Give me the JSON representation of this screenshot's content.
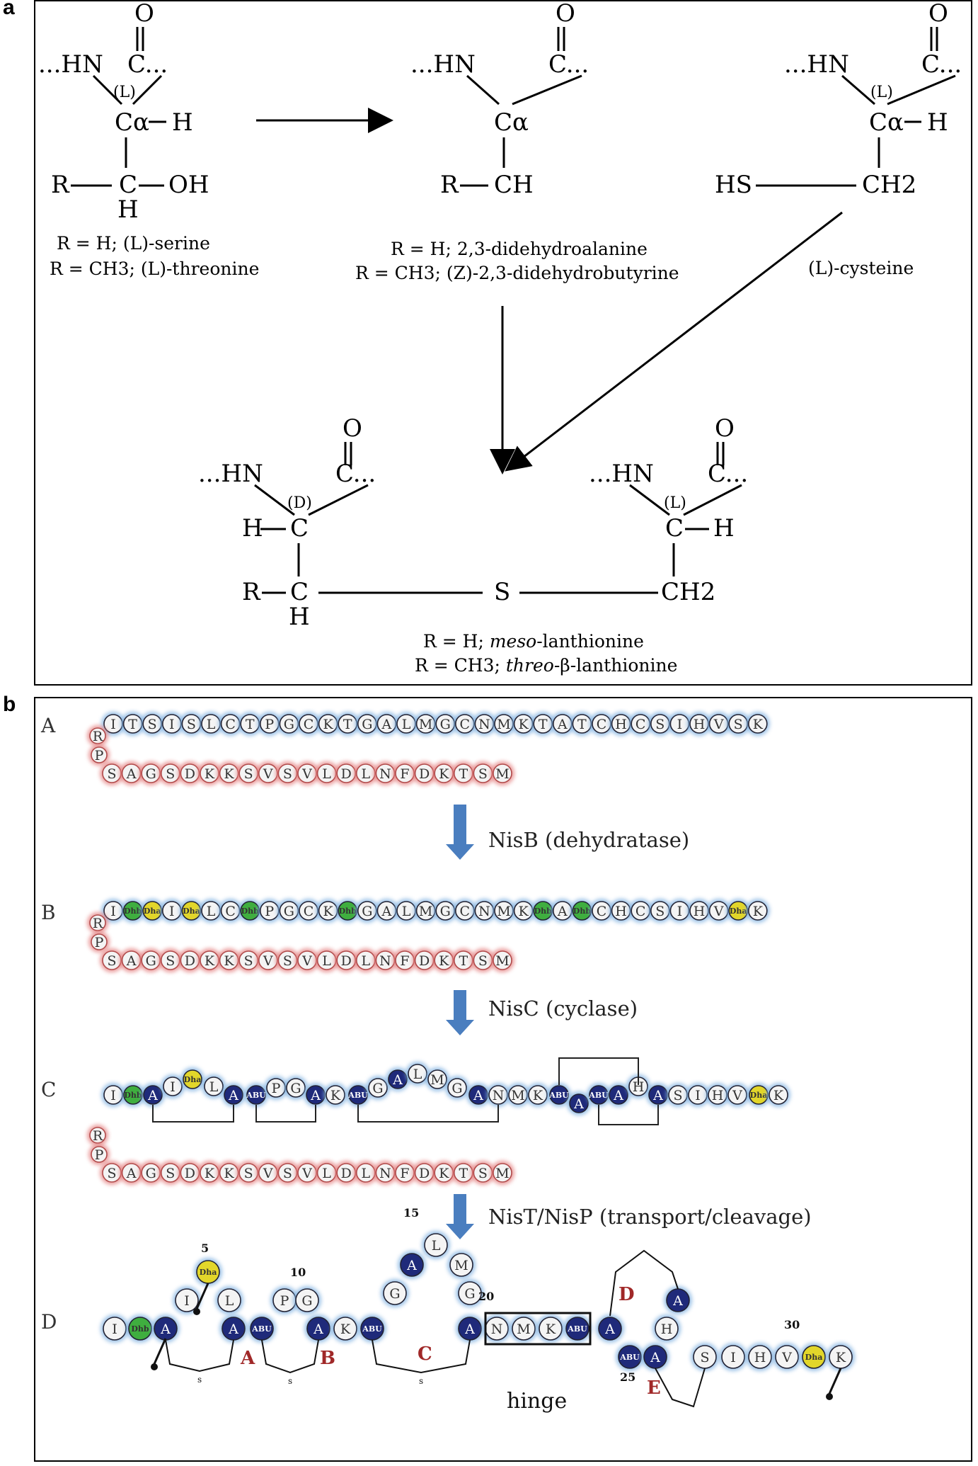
{
  "panel_a": {
    "letter": "a",
    "arrow_top": "→",
    "ser_thr": {
      "hn": "...HN",
      "co": "C...",
      "o": "O",
      "l": "(L)",
      "ca": "Cα",
      "h": "H",
      "r": "R",
      "c": "C",
      "oh": "OH",
      "h2": "H",
      "cap1": "R = H; (L)-serine",
      "cap2": "R = CH3; (L)-threonine"
    },
    "dehydro": {
      "hn": "...HN",
      "co": "C...",
      "o": "O",
      "ca": "Cα",
      "r": "R",
      "ch": "CH",
      "cap1": "R = H; 2,3-didehydroalanine",
      "cap2": "R = CH3; (Z)-2,3-didehydrobutyrine"
    },
    "cys": {
      "hn": "...HN",
      "co": "C...",
      "o": "O",
      "l": "(L)",
      "ca": "Cα",
      "h": "H",
      "hs": "HS",
      "ch2": "CH2",
      "cap": "(L)-cysteine"
    },
    "lan": {
      "hn1": "...HN",
      "co1": "C...",
      "o1": "O",
      "d": "(D)",
      "h1": "H",
      "c1": "C",
      "r": "R",
      "c2": "C",
      "h2": "H",
      "s": "S",
      "hn2": "...HN",
      "co2": "C...",
      "o2": "O",
      "l": "(L)",
      "c3": "C",
      "h3": "H",
      "ch2": "CH2",
      "cap1_pre": "R = H; ",
      "cap1_it": "meso",
      "cap1_post": "-lanthionine",
      "cap2_pre": "R = CH3; ",
      "cap2_it": "threo",
      "cap2_post": "-β-lanthionine"
    }
  },
  "panel_b": {
    "letter": "b",
    "row_labels": [
      "A",
      "B",
      "C",
      "D"
    ],
    "leader": [
      "R",
      "P",
      "S",
      "A",
      "G",
      "S",
      "D",
      "K",
      "K",
      "S",
      "V",
      "S",
      "V",
      "L",
      "D",
      "L",
      "N",
      "F",
      "D",
      "K",
      "T",
      "S",
      "M"
    ],
    "core_A": [
      "I",
      "T",
      "S",
      "I",
      "S",
      "L",
      "C",
      "T",
      "P",
      "G",
      "C",
      "K",
      "T",
      "G",
      "A",
      "L",
      "M",
      "G",
      "C",
      "N",
      "M",
      "K",
      "T",
      "A",
      "T",
      "C",
      "H",
      "C",
      "S",
      "I",
      "H",
      "V",
      "S",
      "K"
    ],
    "core_B": [
      "I",
      "Dhb",
      "Dha",
      "I",
      "Dha",
      "L",
      "C",
      "Dhb",
      "P",
      "G",
      "C",
      "K",
      "Dhb",
      "G",
      "A",
      "L",
      "M",
      "G",
      "C",
      "N",
      "M",
      "K",
      "Dhb",
      "A",
      "Dhb",
      "C",
      "H",
      "C",
      "S",
      "I",
      "H",
      "V",
      "Dha",
      "K"
    ],
    "step1": "NisB (dehydratase)",
    "step2": "NisC (cyclase)",
    "step3": "NisT/NisP (transport/cleavage)",
    "C_residues": [
      "I",
      "Dhb",
      "A",
      "I",
      "Dha",
      "L",
      "A",
      "ABU",
      "P",
      "G",
      "A",
      "K",
      "ABU",
      "G",
      "A",
      "L",
      "M",
      "G",
      "A",
      "N",
      "M",
      "K",
      "ABU",
      "A",
      "ABU",
      "A",
      "H",
      "A",
      "S",
      "I",
      "H",
      "V",
      "Dha",
      "K"
    ],
    "D_residues": [
      "I",
      "Dhb",
      "A",
      "I",
      "Dha",
      "L",
      "A",
      "ABU",
      "P",
      "G",
      "A",
      "K",
      "ABU",
      "G",
      "A",
      "L",
      "M",
      "G",
      "A",
      "N",
      "M",
      "K",
      "ABU",
      "A",
      "ABU",
      "A",
      "H",
      "A",
      "S",
      "I",
      "H",
      "V",
      "Dha",
      "K"
    ],
    "D_numbers": [
      "5",
      "10",
      "15",
      "20",
      "25",
      "30"
    ],
    "ring_labels": [
      "A",
      "B",
      "C",
      "D",
      "E"
    ],
    "hinge": "hinge",
    "s_label": "s"
  },
  "colors": {
    "blue_glow": "#7fb0e0",
    "red_glow": "#e48080",
    "dhb": "#3fae3f",
    "dha": "#e2d62a",
    "lan": "#1f2a7a",
    "arrow": "#4a7ebf",
    "ring": "#a02828"
  }
}
